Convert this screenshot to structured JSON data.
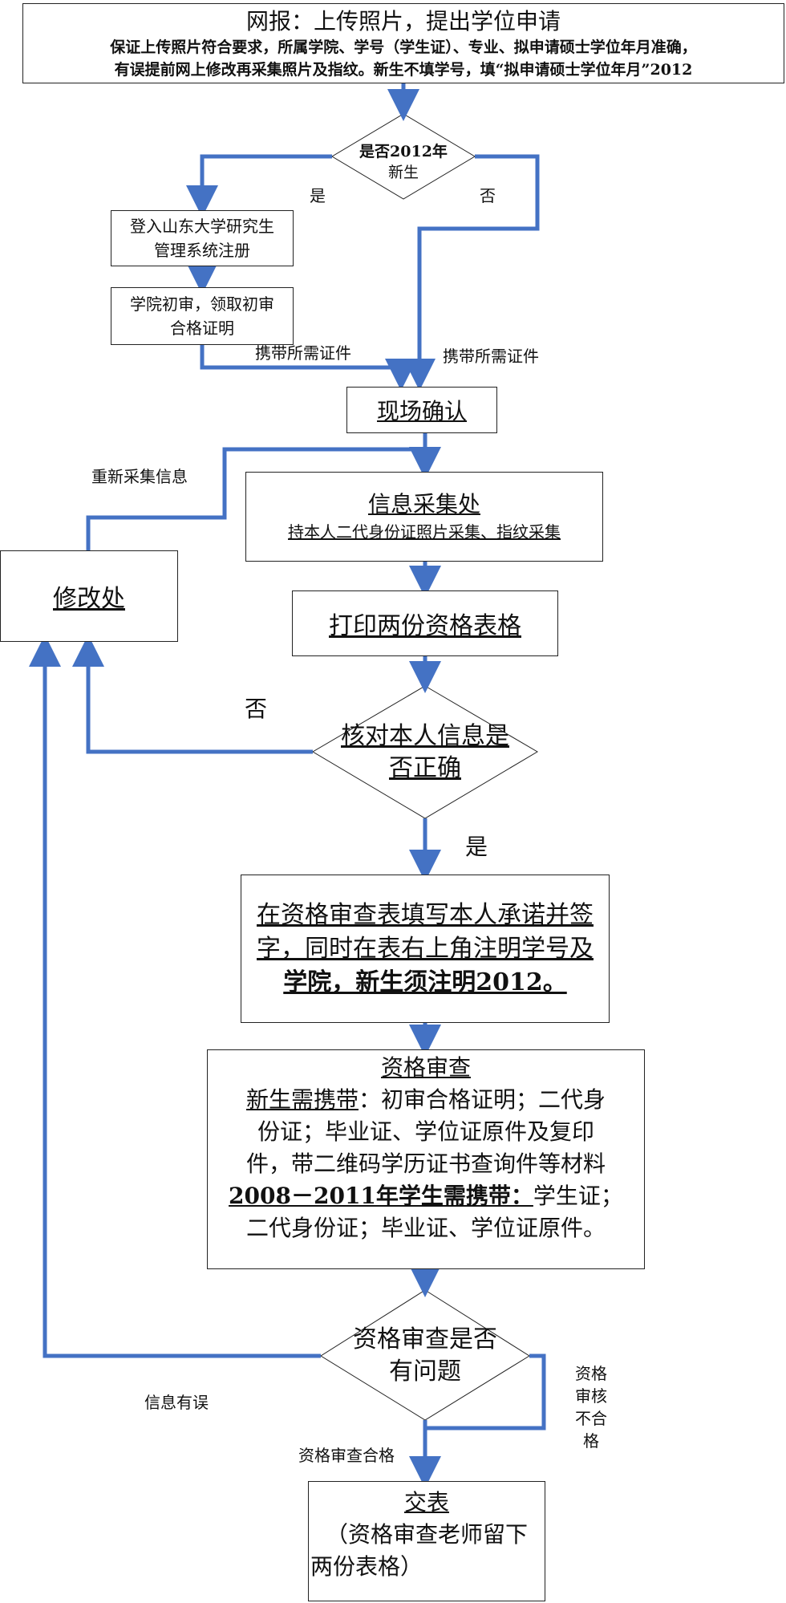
{
  "top_box": {
    "title": "网报：上传照片，提出学位申请",
    "line1": "保证上传照片符合要求，所属学院、学号（学生证）、专业、拟申请硕士学位年月准确，",
    "line2": "有误提前网上修改再采集照片及指纹。新生不填学号，填“拟申请硕士学位年月”2012"
  },
  "diamond1": {
    "line1": "是否2012年",
    "line2": "新生"
  },
  "label_yes1": "是",
  "label_no1": "否",
  "register_box": {
    "line1": "登入山东大学研究生",
    "line2": "管理系统注册"
  },
  "college_box": {
    "line1": "学院初审，领取初审",
    "line2": "合格证明"
  },
  "label_carry_left": "携带所需证件",
  "label_carry_right": "携带所需证件",
  "confirm_box": "现场确认",
  "label_recollect": "重新采集信息",
  "info_box": {
    "title": "信息采集处",
    "sub": "持本人二代身份证照片采集、指纹采集"
  },
  "modify_box": "修改处",
  "print_box": "打印两份资格表格",
  "label_no2": "否",
  "diamond2": {
    "line1": "核对本人信息是",
    "line2": "否正确"
  },
  "label_yes2": "是",
  "sign_box": {
    "line1": "在资格审查表填写本人承诺并签",
    "line2": "字，同时在表右上角注明学号及",
    "line3": "学院，新生须注明2012。"
  },
  "review_box": {
    "title": "资格审查",
    "new_head": "新生需携带",
    "new_rest": "：初审合格证明；二代身",
    "line2": "份证；毕业证、学位证原件及复印",
    "line3": "件，带二维码学历证书查询件等材料",
    "old_head": "2008－2011年学生需携带：",
    "old_rest": "学生证；",
    "line5": "二代身份证；毕业证、学位证原件。"
  },
  "diamond3": {
    "line1": "资格审查是否",
    "line2": "有问题"
  },
  "label_info_wrong": "信息有误",
  "label_review_fail": [
    "资格",
    "审核",
    "不合",
    "格"
  ],
  "label_review_pass": "资格审查合格",
  "submit_box": {
    "title": "交表",
    "line2": "（资格审查老师留下",
    "line3": "两份表格）"
  },
  "colors": {
    "edge": "#4472C4",
    "border": "#222222"
  }
}
